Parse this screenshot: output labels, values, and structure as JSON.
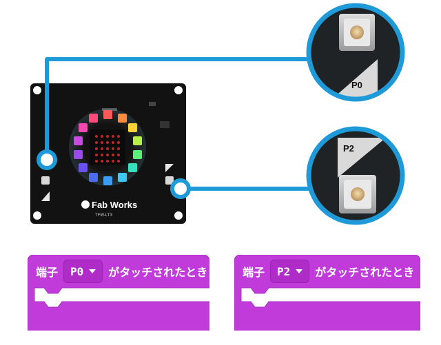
{
  "board": {
    "logo_text": "Fab Works",
    "model_text": "TFW-LT3"
  },
  "callouts": [
    {
      "pin_label": "P0"
    },
    {
      "pin_label": "P2"
    }
  ],
  "blocks": [
    {
      "prefix": "端子",
      "pin": "P0",
      "suffix": "がタッチされたとき"
    },
    {
      "prefix": "端子",
      "pin": "P2",
      "suffix": "がタッチされたとき"
    }
  ],
  "colors": {
    "callout_line": "#1e9ad8",
    "block_fill": "#c13bdb",
    "board": "#121212"
  }
}
